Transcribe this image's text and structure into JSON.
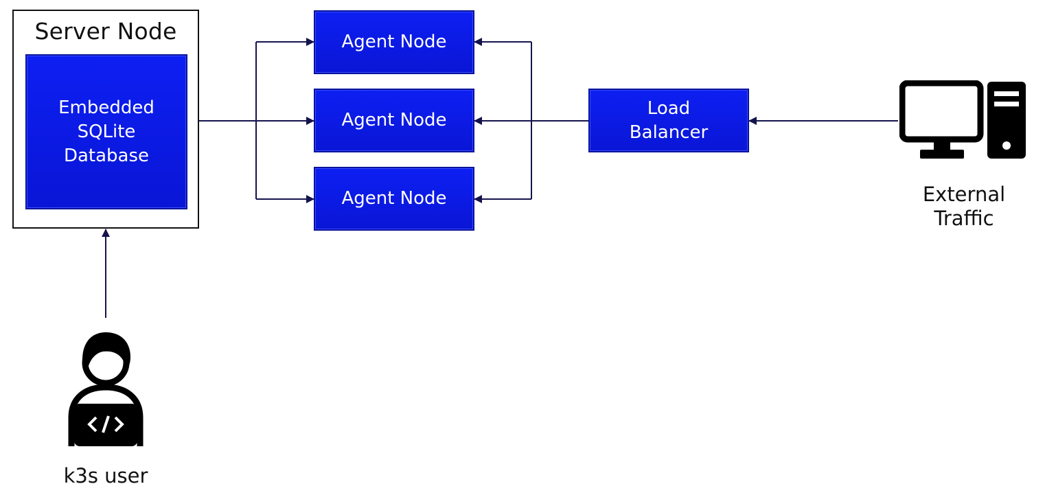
{
  "server": {
    "title": "Server Node",
    "database_label": "Embedded\nSQLite\nDatabase"
  },
  "agents": [
    {
      "label": "Agent Node"
    },
    {
      "label": "Agent Node"
    },
    {
      "label": "Agent Node"
    }
  ],
  "load_balancer": {
    "label": "Load\nBalancer"
  },
  "external": {
    "label": "External\nTraffic",
    "icon": "desktop-computer-icon"
  },
  "user": {
    "label": "k3s user",
    "icon": "developer-user-icon"
  },
  "colors": {
    "box_fill": "#0d1ff2",
    "box_border": "#06109a",
    "arrow": "#14134d",
    "text_dark": "#111111"
  }
}
